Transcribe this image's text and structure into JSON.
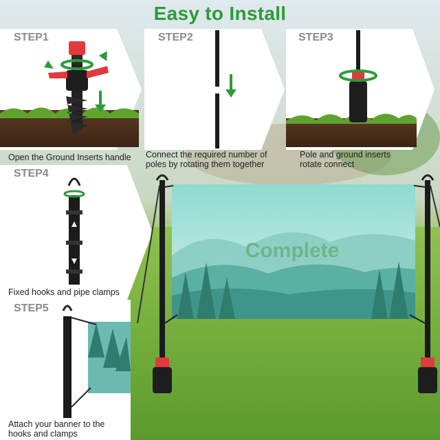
{
  "title": "Easy to Install",
  "steps": [
    {
      "label": "STEP1",
      "caption": "Open the Ground Inserts handle"
    },
    {
      "label": "STEP2",
      "caption_line1": "Connect the required number of",
      "caption_line2": "poles by rotating them together"
    },
    {
      "label": "STEP3",
      "caption_line1": "Pole and ground inserts",
      "caption_line2": "rotate connect"
    },
    {
      "label": "STEP4",
      "caption": "Fixed hooks and pipe clamps"
    },
    {
      "label": "STEP5",
      "caption_line1": "Attach your banner to the",
      "caption_line2": "hooks and clamps"
    }
  ],
  "complete_text": "Complete",
  "colors": {
    "title": "#2e9a3a",
    "arrow": "#2e9a3a",
    "accent_red": "#e0393e",
    "step_label": "#8a8a8a",
    "banner": "#7ccfc4"
  }
}
